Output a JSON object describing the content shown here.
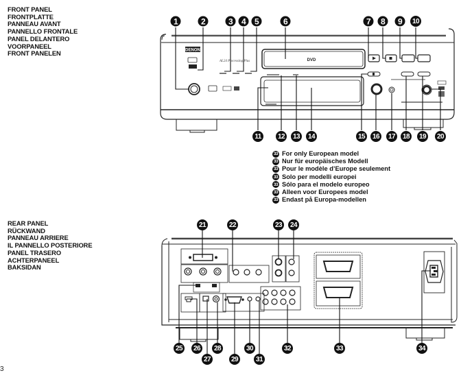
{
  "front_panel_heading": {
    "lines": [
      "FRONT PANEL",
      "FRONTPLATTE",
      "PANNEAU AVANT",
      "PANNELLO FRONTALE",
      "PANEL DELANTERO",
      "VOORPANEEL",
      "FRONT PANELEN"
    ]
  },
  "rear_panel_heading": {
    "lines": [
      "REAR PANEL",
      "RÜCKWAND",
      "PANNEAU ARRIERE",
      "IL PANNELLO POSTERIORE",
      "PANEL TRASERO",
      "ACHTERPANEEL",
      "BAKSIDAN"
    ]
  },
  "european_model_notes": {
    "callout_number": "33",
    "lines": [
      "For only European model",
      "Nur für europäisches Modell",
      "Pour le modèle d’Europe seulement",
      "Solo per modelli europei",
      "Sólo para el modelo europeo",
      "Alleen voor Europees model",
      "Endast på Europa-modellen"
    ]
  },
  "front_callouts": [
    "1",
    "2",
    "3",
    "4",
    "5",
    "6",
    "7",
    "8",
    "9",
    "10",
    "11",
    "12",
    "13",
    "14",
    "15",
    "16",
    "17",
    "18",
    "19",
    "20"
  ],
  "rear_callouts": [
    "21",
    "22",
    "23",
    "24",
    "25",
    "26",
    "27",
    "28",
    "29",
    "30",
    "31",
    "32",
    "33",
    "34"
  ],
  "device_markings": {
    "brand": "DENON",
    "disc_logo": "DVD"
  },
  "page_number": "3"
}
